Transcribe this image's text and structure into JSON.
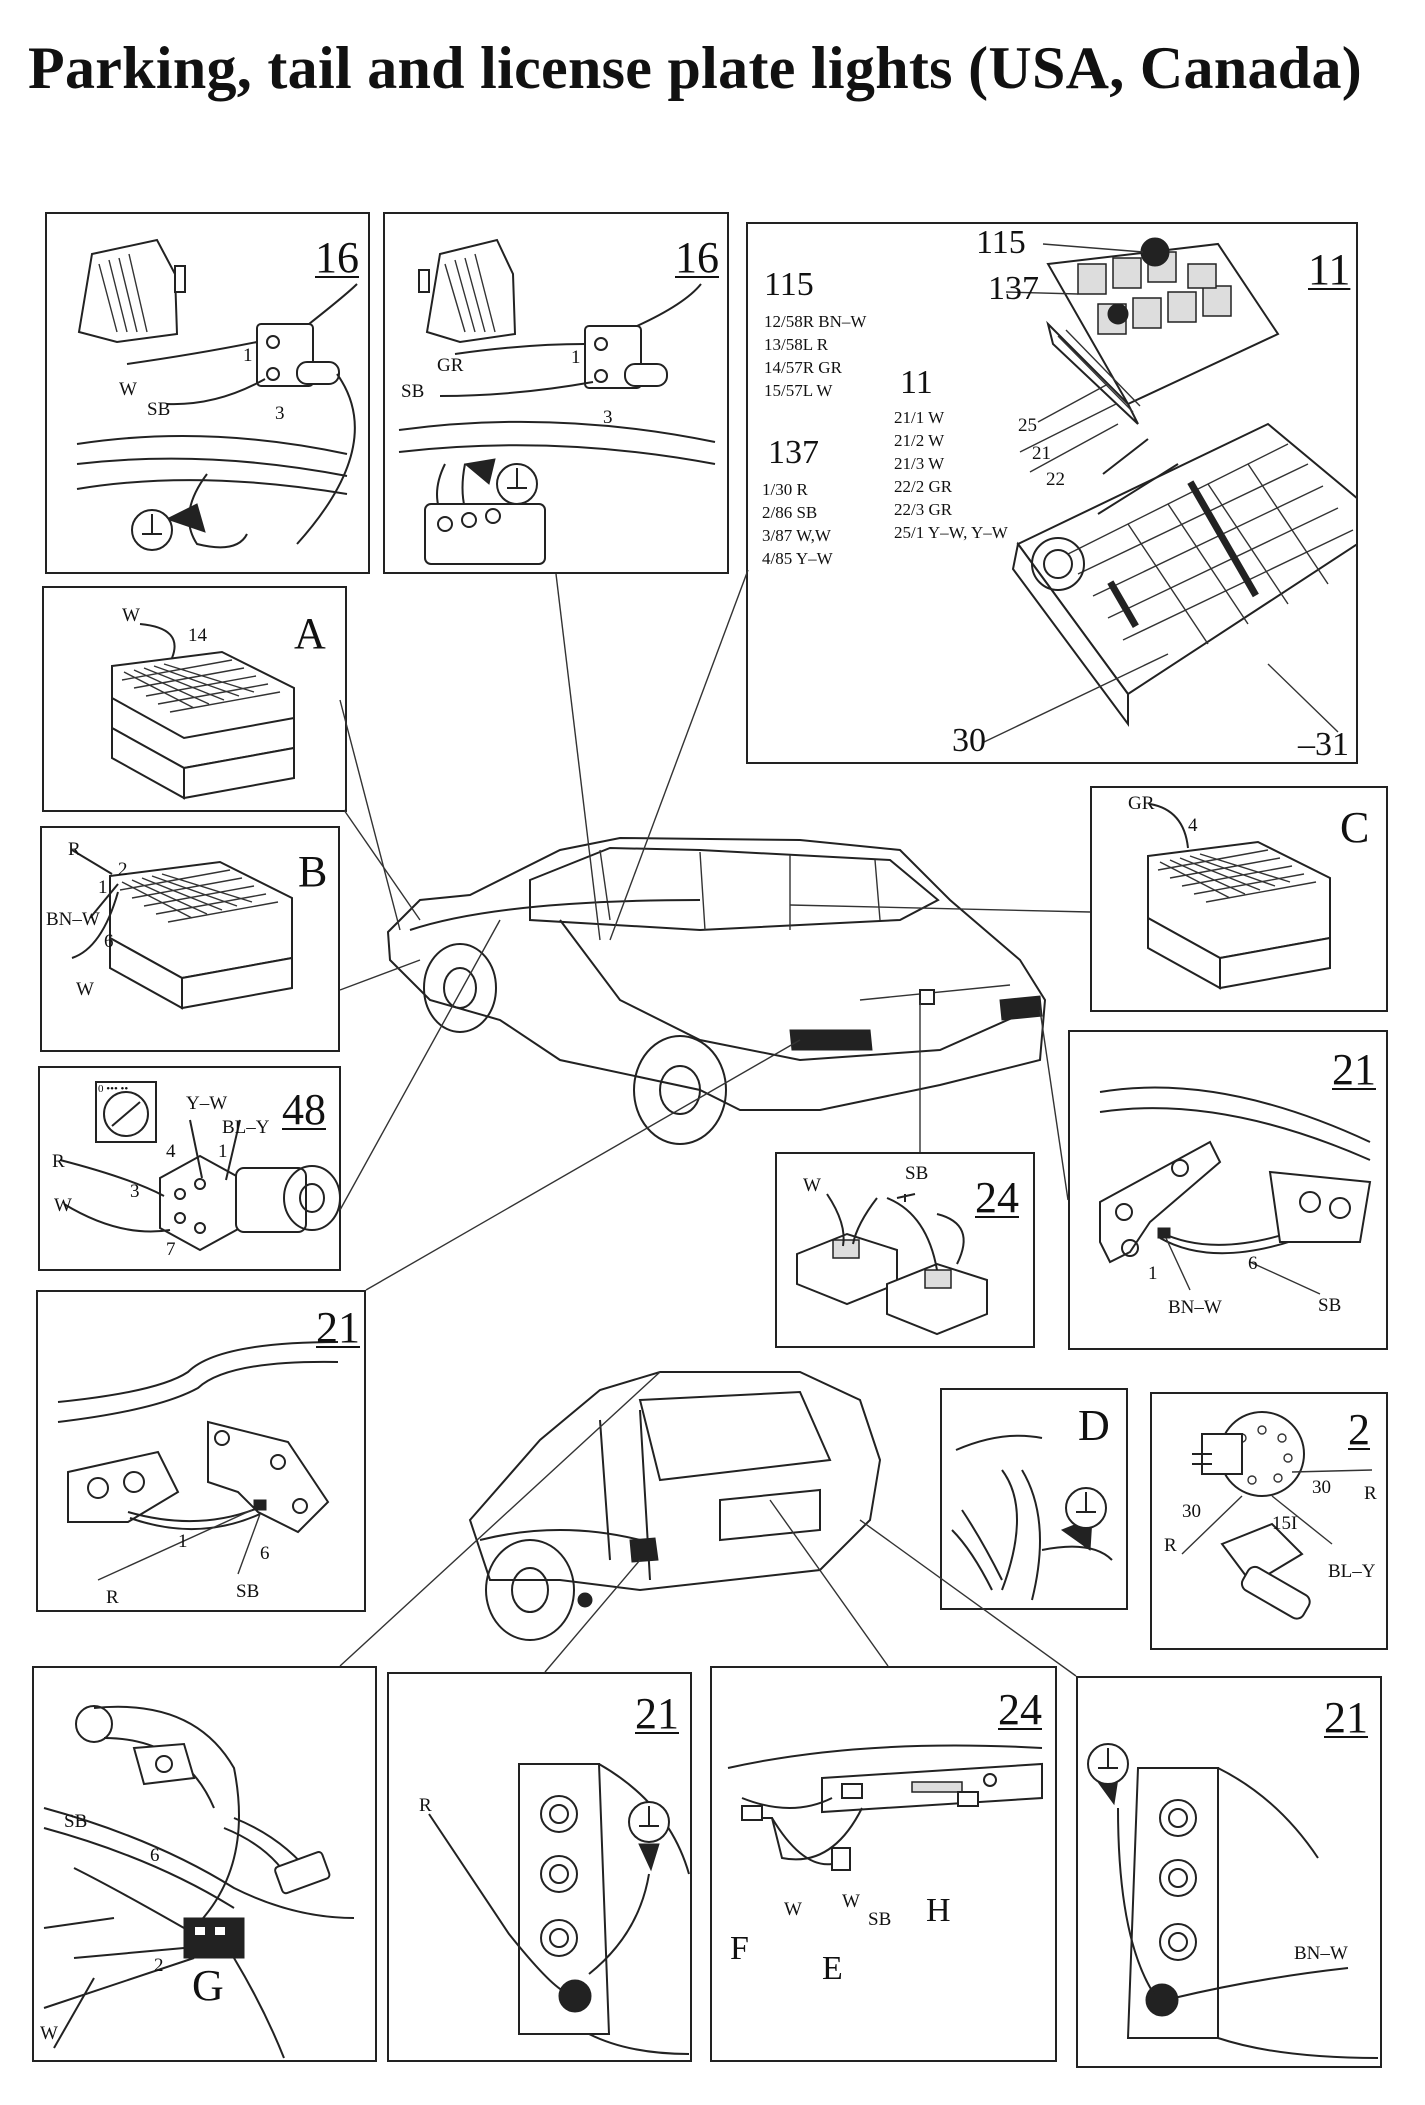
{
  "title": "Parking, tail and license plate lights (USA, Canada)",
  "panels": {
    "p16_left": {
      "number": "16",
      "labels": {
        "w": "W",
        "sb": "SB",
        "pin1": "1",
        "pin3": "3"
      }
    },
    "p16_right": {
      "number": "16",
      "labels": {
        "gr": "GR",
        "sb": "SB",
        "pin1": "1",
        "pin3": "3"
      }
    },
    "p11": {
      "number": "11",
      "c115_top": "115",
      "c137": "137",
      "c25": "25",
      "c21": "21",
      "c22": "22",
      "c30": "30",
      "c31": "–31",
      "list115": {
        "heading": "115",
        "items": [
          "12/58R BN–W",
          "13/58L R",
          "14/57R GR",
          "15/57L W"
        ]
      },
      "list137": {
        "heading": "137",
        "items": [
          "1/30 R",
          "2/86 SB",
          "3/87 W,W",
          "4/85 Y–W"
        ]
      },
      "list11": {
        "heading": "11",
        "items": [
          "21/1 W",
          "21/2 W",
          "21/3 W",
          "22/2 GR",
          "22/3 GR",
          "25/1 Y–W, Y–W"
        ]
      }
    },
    "pA": {
      "letter": "A",
      "labels": {
        "w": "W",
        "pin14": "14"
      }
    },
    "pB": {
      "letter": "B",
      "labels": {
        "r": "R",
        "pin2": "2",
        "pin1": "1",
        "bnw": "BN–W",
        "pin6": "6",
        "w": "W"
      }
    },
    "pC": {
      "letter": "C",
      "labels": {
        "gr": "GR",
        "pin4": "4"
      }
    },
    "p48": {
      "number": "48",
      "labels": {
        "yw": "Y–W",
        "bly": "BL–Y",
        "pin4": "4",
        "pin1": "1",
        "r": "R",
        "pin3": "3",
        "w": "W",
        "pin7": "7",
        "dial": "0  •••  ••"
      }
    },
    "p21_right": {
      "number": "21",
      "labels": {
        "pin1": "1",
        "pin6": "6",
        "bnw": "BN–W",
        "sb": "SB"
      }
    },
    "p24_top": {
      "number": "24",
      "labels": {
        "w": "W",
        "sb": "SB"
      }
    },
    "p21_left": {
      "number": "21",
      "labels": {
        "pin1": "1",
        "pin6": "6",
        "r": "R",
        "sb": "SB"
      }
    },
    "pD": {
      "letter": "D"
    },
    "p2": {
      "number": "2",
      "labels": {
        "c30a": "30",
        "c30b": "30",
        "r1": "R",
        "c15i": "15I",
        "r2": "R",
        "bly": "BL–Y"
      }
    },
    "pG": {
      "letter": "G",
      "labels": {
        "sb": "SB",
        "pin6": "6",
        "pin2": "2",
        "w": "W"
      }
    },
    "p21_b1": {
      "number": "21",
      "labels": {
        "r": "R"
      }
    },
    "p24_bottom": {
      "number": "24",
      "labels": {
        "w1": "W",
        "w2": "W",
        "sb": "SB",
        "h": "H",
        "f": "F",
        "e": "E"
      }
    },
    "p21_b2": {
      "number": "21",
      "labels": {
        "bnw": "BN–W"
      }
    }
  }
}
